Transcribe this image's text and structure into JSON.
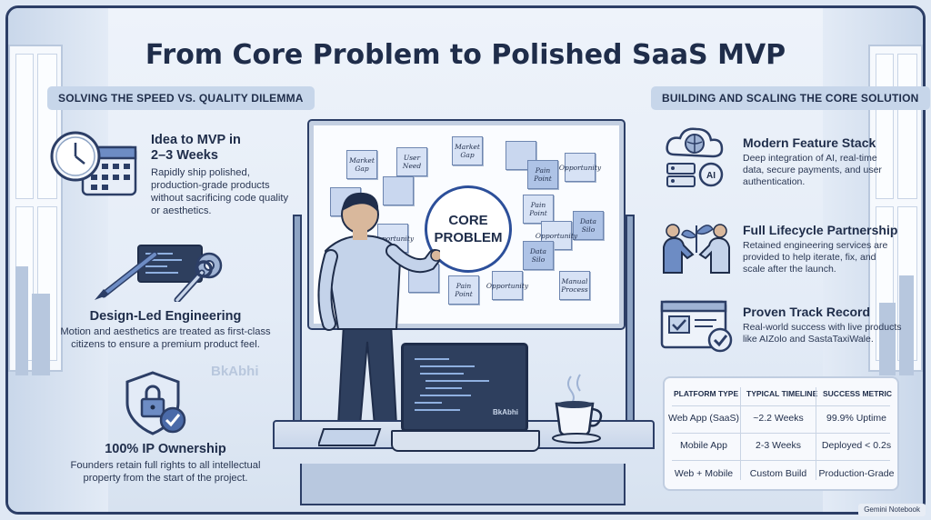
{
  "title": "From Core Problem to Polished SaaS MVP",
  "left_section": "SOLVING THE SPEED VS. QUALITY DILEMMA",
  "right_section": "BUILDING AND SCALING THE CORE SOLUTION",
  "left_items": [
    {
      "title_1": "Idea to MVP in",
      "title_2": "2–3 Weeks",
      "desc": [
        "Rapidly ship polished,",
        "production-grade products",
        "without sacrificing code quality",
        "or aesthetics."
      ],
      "icon": "clock-calendar-icon"
    },
    {
      "title": "Design-Led Engineering",
      "desc": [
        "Motion and aesthetics are treated as first-class",
        "citizens to ensure a premium product feel."
      ],
      "icon": "brush-wrench-icon"
    },
    {
      "title": "100% IP Ownership",
      "desc": [
        "Founders retain full rights to all intellectual",
        "property from the start of the project."
      ],
      "icon": "shield-lock-icon"
    }
  ],
  "right_items": [
    {
      "title": "Modern Feature Stack",
      "desc": [
        "Deep integration of AI, real-time",
        "data, secure payments, and user",
        "authentication."
      ],
      "icon": "brain-cloud-server-icon"
    },
    {
      "title": "Full Lifecycle Partnership",
      "desc": [
        "Retained engineering services are",
        "provided to help iterate, fix, and",
        "scale after the launch."
      ],
      "icon": "handshake-plant-icon"
    },
    {
      "title": "Proven Track Record",
      "desc": [
        "Real-world success with live products",
        "like AIZolo and SastaTaxiWale."
      ],
      "icon": "browser-check-icon"
    }
  ],
  "whiteboard": {
    "core_1": "CORE",
    "core_2": "PROBLEM",
    "notes": {
      "n1": "Market Gap",
      "n2": "User Need",
      "n3": "Market Gap",
      "n4": "Pain Point",
      "n5": "Opportunity",
      "n6": "Pain Point",
      "n7": "Data Silo",
      "n8": "Opportunity",
      "n9": "Data Silo",
      "n10": "Opportunity",
      "n11": "Pain Point",
      "n12": "Opportunity",
      "n13": "Manual Process"
    }
  },
  "laptop_brand": "BkAbhi",
  "watermark": "BkAbhi",
  "table": {
    "headers": [
      "PLATFORM TYPE",
      "TYPICAL TIMELINE",
      "SUCCESS METRIC"
    ],
    "rows": [
      [
        "Web App (SaaS)",
        "~2.2 Weeks",
        "99.9% Uptime"
      ],
      [
        "Mobile App",
        "2-3 Weeks",
        "Deployed < 0.2s"
      ],
      [
        "Web + Mobile",
        "Custom Build",
        "Production-Grade"
      ]
    ]
  },
  "badge": "Gemini Notebook",
  "colors": {
    "navy": "#1f2d4a",
    "accent": "#2c4f9a",
    "pill": "#c7d6ea",
    "background": "#e4ecf7"
  }
}
